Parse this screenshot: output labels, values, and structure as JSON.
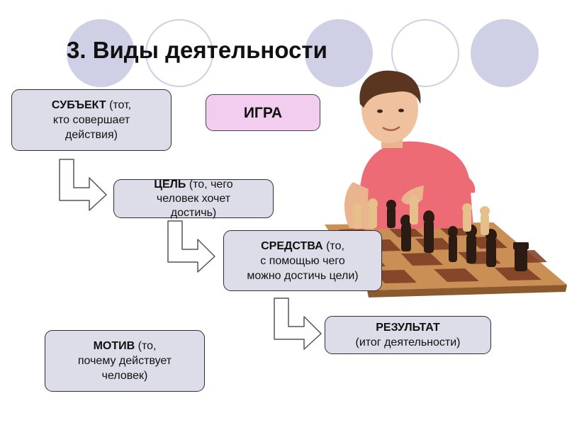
{
  "slide": {
    "title": "3. Виды деятельности"
  },
  "boxes": {
    "subject": {
      "bold": "СУБЪЕКТ",
      "line1_rest": " (тот,",
      "line2": "кто совершает",
      "line3": "действия)"
    },
    "game": {
      "label": "ИГРА"
    },
    "goal": {
      "bold": "ЦЕЛЬ",
      "line1_rest": " (то, чего",
      "line2": "человек хочет",
      "line3": "достичь)"
    },
    "means": {
      "bold": "СРЕДСТВА",
      "line1_rest": " (то,",
      "line2": "с помощью чего",
      "line3": "можно достичь цели)"
    },
    "result": {
      "bold": "РЕЗУЛЬТАТ",
      "line2": "(итог деятельности)"
    },
    "motive": {
      "bold": "МОТИВ",
      "line1_rest": " (то,",
      "line2": "почему действует",
      "line3": "человек)"
    }
  },
  "colors": {
    "box_fill": "#dddde9",
    "game_fill": "#f3cdf0",
    "decor_circle": "#cfcfe6",
    "boy_shirt": "#ec6b75"
  },
  "image": {
    "subject": "boy-playing-chess"
  }
}
